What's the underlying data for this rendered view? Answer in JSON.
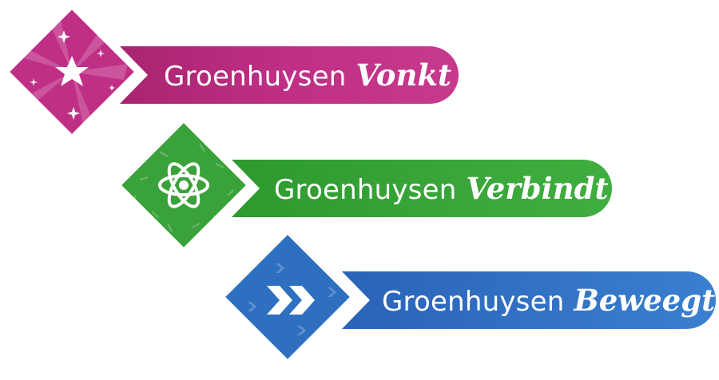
{
  "banners": [
    {
      "brand": "Groenhuysen",
      "word": "Vonkt",
      "color": "#c02f86",
      "color_light": "#d25aa0",
      "icon": "star-sparkle-icon"
    },
    {
      "brand": "Groenhuysen",
      "word": "Verbindt",
      "color": "#3aa23a",
      "color_light": "#5cc05c",
      "icon": "atom-icon"
    },
    {
      "brand": "Groenhuysen",
      "word": "Beweegt",
      "color": "#2f6fc0",
      "color_light": "#4f8fd8",
      "icon": "double-chevron-icon"
    }
  ]
}
